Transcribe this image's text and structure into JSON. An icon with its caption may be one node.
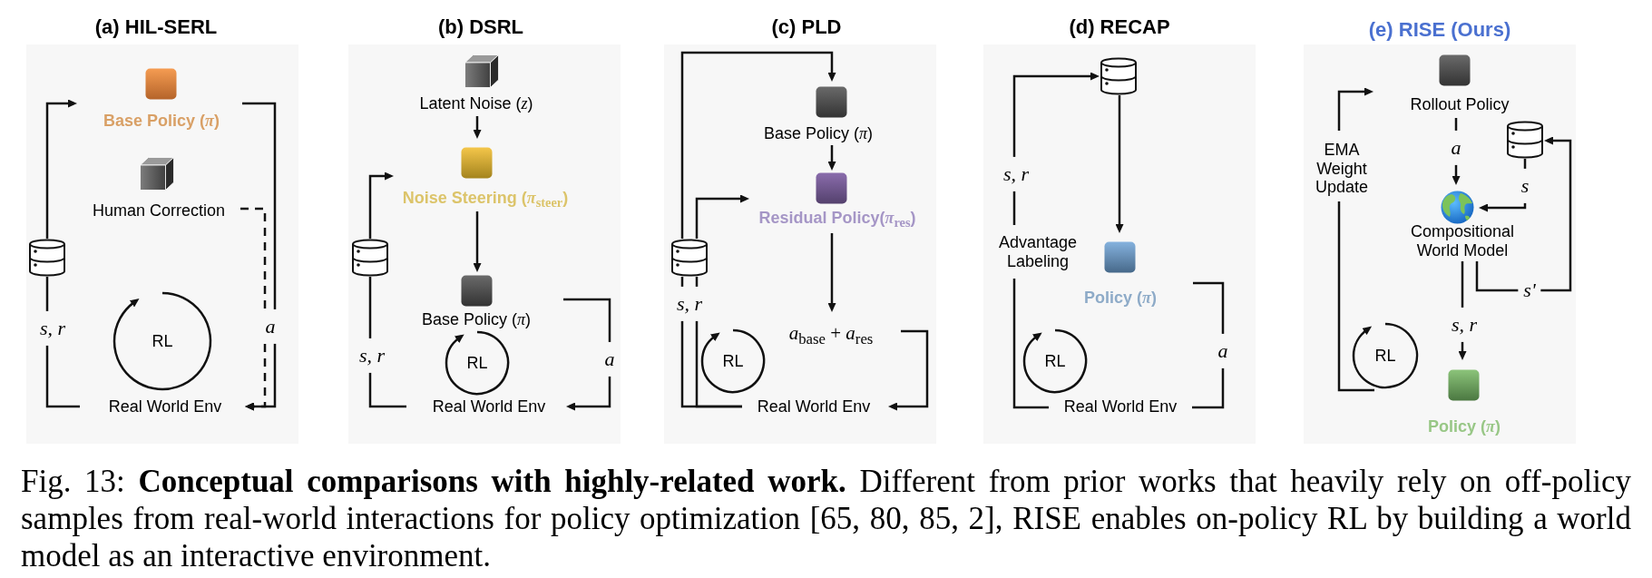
{
  "diagram": {
    "caption": "Fig. 13: **Conceptual comparisons with highly-related work.** Different from prior works that heavily rely on off-policy samples from real-world interactions for policy optimization [65, 80, 85, 2], RISE enables on-policy RL by building a world model as an interactive environment.",
    "nodes": [
      {
        "text": [
          "(a) HIL-SERL"
        ]
      },
      {
        "text": [
          "Base Policy (*π*)"
        ],
        "in": 0
      },
      {
        "text": [
          "Human Correction"
        ],
        "in": 0
      },
      {
        "text": [],
        "shape": "cylinder",
        "in": 0
      },
      {
        "text": [
          "RL"
        ],
        "in": 0
      },
      {
        "text": [
          "Real World Env"
        ],
        "in": 0
      },
      {
        "text": [
          "(b) DSRL"
        ]
      },
      {
        "text": [
          "Latent Noise (*z*)"
        ],
        "in": 6
      },
      {
        "text": [
          "Noise Steering (*π*$_{steer}$)"
        ],
        "in": 6
      },
      {
        "text": [],
        "shape": "cylinder",
        "in": 6
      },
      {
        "text": [
          "Base Policy (*π*)"
        ],
        "in": 6
      },
      {
        "text": [
          "RL"
        ],
        "in": 6
      },
      {
        "text": [
          "Real World Env"
        ],
        "in": 6
      },
      {
        "text": [
          "(c) PLD"
        ]
      },
      {
        "text": [
          "Base Policy (*π*)"
        ],
        "in": 13
      },
      {
        "text": [
          "Residual Policy(*π*$_{res}$)"
        ],
        "in": 13
      },
      {
        "text": [],
        "shape": "cylinder",
        "in": 13
      },
      {
        "text": [
          "*a*$_{base}$ + *a*$_{res}$"
        ],
        "in": 13
      },
      {
        "text": [
          "RL"
        ],
        "in": 13
      },
      {
        "text": [
          "Real World Env"
        ],
        "in": 13
      },
      {
        "text": [
          "(d) RECAP"
        ]
      },
      {
        "text": [],
        "shape": "cylinder",
        "in": 20
      },
      {
        "text": [
          "Advantage Labeling"
        ],
        "in": 20
      },
      {
        "text": [
          "Policy (*π*)"
        ],
        "in": 20
      },
      {
        "text": [
          "RL"
        ],
        "in": 20
      },
      {
        "text": [
          "Real World Env"
        ],
        "in": 20
      },
      {
        "text": [
          "(e) RISE (Ours)"
        ]
      },
      {
        "text": [
          "Rollout Policy"
        ],
        "in": 26
      },
      {
        "text": [],
        "shape": "cylinder",
        "in": 26
      },
      {
        "text": [
          "Compositional World Model"
        ],
        "in": 26
      },
      {
        "text": [
          "EMA Weight Update"
        ],
        "in": 26
      },
      {
        "text": [
          "RL"
        ],
        "in": 26
      },
      {
        "text": [
          "Policy (*π*)"
        ],
        "in": 26
      }
    ],
    "edges": [
      {
        "from": 5,
        "to": 3,
        "arrow": "none",
        "label": "s, r"
      },
      {
        "from": 3,
        "to": 1,
        "arrow": "to"
      },
      {
        "from": 1,
        "to": 5,
        "arrow": "to",
        "label": "a"
      },
      {
        "from": 2,
        "to": 5,
        "arrow": "to",
        "style": "dashed"
      },
      {
        "from": 12,
        "to": 9,
        "arrow": "none",
        "label": "s, r"
      },
      {
        "from": 9,
        "to": 8,
        "arrow": "to"
      },
      {
        "from": 7,
        "to": 8,
        "arrow": "to"
      },
      {
        "from": 8,
        "to": 10,
        "arrow": "to"
      },
      {
        "from": 10,
        "to": 12,
        "arrow": "to",
        "label": "a"
      },
      {
        "from": 19,
        "to": 16,
        "arrow": "none",
        "label": "s, r"
      },
      {
        "from": 19,
        "to": 16,
        "arrow": "none"
      },
      {
        "from": 16,
        "to": 14,
        "arrow": "to"
      },
      {
        "from": 16,
        "to": 15,
        "arrow": "to"
      },
      {
        "from": 14,
        "to": 15,
        "arrow": "to"
      },
      {
        "from": 15,
        "to": 17,
        "arrow": "to"
      },
      {
        "from": 17,
        "to": 19,
        "arrow": "to"
      },
      {
        "from": 25,
        "to": 22,
        "arrow": "none"
      },
      {
        "from": 22,
        "to": 21,
        "arrow": "to",
        "label": "s, r"
      },
      {
        "from": 21,
        "to": 23,
        "arrow": "to"
      },
      {
        "from": 23,
        "to": 25,
        "arrow": "none",
        "label": "a"
      },
      {
        "from": 27,
        "to": 29,
        "arrow": "to",
        "label": "a"
      },
      {
        "from": 28,
        "to": 29,
        "arrow": "to",
        "label": "s"
      },
      {
        "from": 29,
        "to": 28,
        "arrow": "to",
        "label": "s'"
      },
      {
        "from": 29,
        "to": 32,
        "arrow": "to",
        "label": "s, r"
      },
      {
        "from": 31,
        "to": 30,
        "arrow": "none"
      },
      {
        "from": 30,
        "to": 27,
        "arrow": "to"
      }
    ]
  }
}
